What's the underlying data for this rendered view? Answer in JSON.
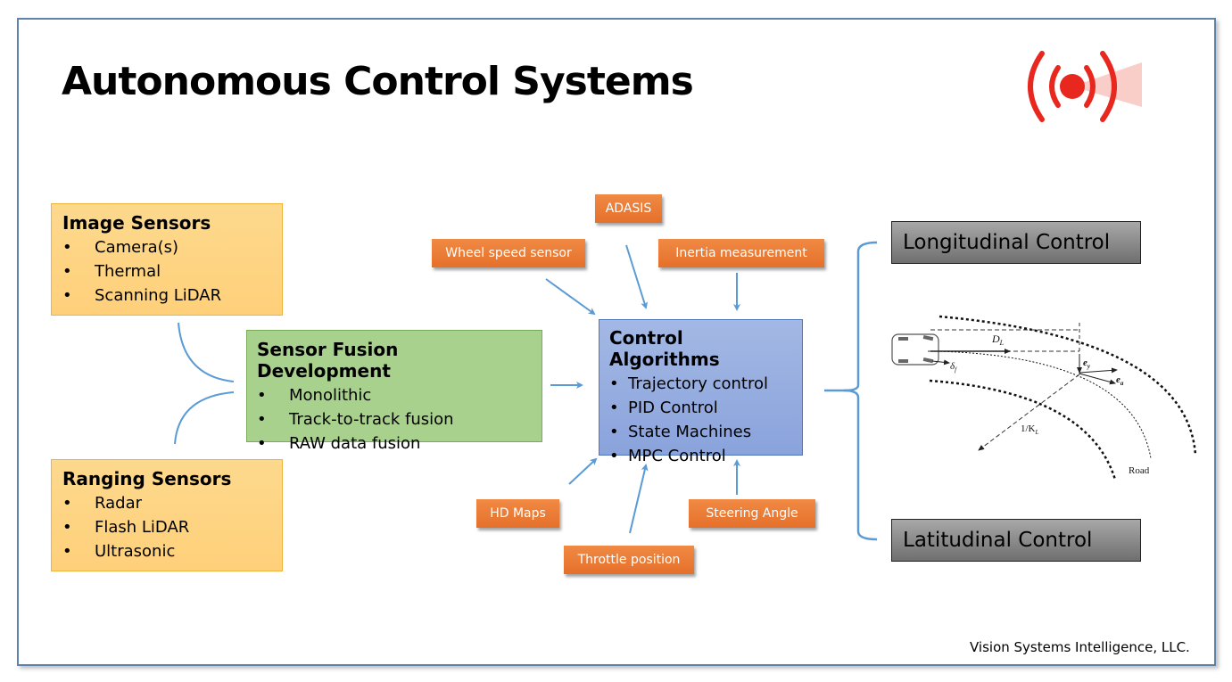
{
  "title": "Autonomous Control Systems",
  "logo_icon": "radar-signal-icon",
  "colors": {
    "frame_border": "#5f84a8",
    "sensor_box": "#fdd98d",
    "fusion_box": "#a9d18e",
    "algorithm_box": "#8aa3dc",
    "input_tag": "#e5702a",
    "control_output": "#8a8a8a",
    "connector": "#5b9bd5",
    "logo_red": "#e8281e"
  },
  "image_sensors": {
    "heading": "Image Sensors",
    "items": [
      "Camera(s)",
      "Thermal",
      "Scanning LiDAR"
    ]
  },
  "ranging_sensors": {
    "heading": "Ranging Sensors",
    "items": [
      "Radar",
      "Flash LiDAR",
      "Ultrasonic"
    ]
  },
  "sensor_fusion": {
    "heading": "Sensor Fusion Development",
    "items": [
      "Monolithic",
      "Track-to-track fusion",
      "RAW data fusion"
    ]
  },
  "control_algorithms": {
    "heading": "Control Algorithms",
    "items": [
      "Trajectory control",
      "PID Control",
      "State Machines",
      "MPC Control"
    ]
  },
  "inputs": {
    "adasis": "ADASIS",
    "wheel_speed": "Wheel speed sensor",
    "inertia": "Inertia measurement",
    "hd_maps": "HD Maps",
    "throttle": "Throttle position",
    "steering": "Steering Angle"
  },
  "outputs": {
    "longitudinal": "Longitudinal Control",
    "latitudinal": "Latitudinal Control"
  },
  "road_diagram": {
    "labels": {
      "distance": "D",
      "distance_sub": "L",
      "lateral_error": "e",
      "lateral_error_sub": "y",
      "heading_error": "e",
      "heading_error_sub": "a",
      "steer_angle": "δ",
      "steer_angle_sub": "f",
      "curvature": "1/K",
      "curvature_sub": "L",
      "road": "Road"
    }
  },
  "bullet": "•",
  "footer": "Vision Systems Intelligence, LLC."
}
